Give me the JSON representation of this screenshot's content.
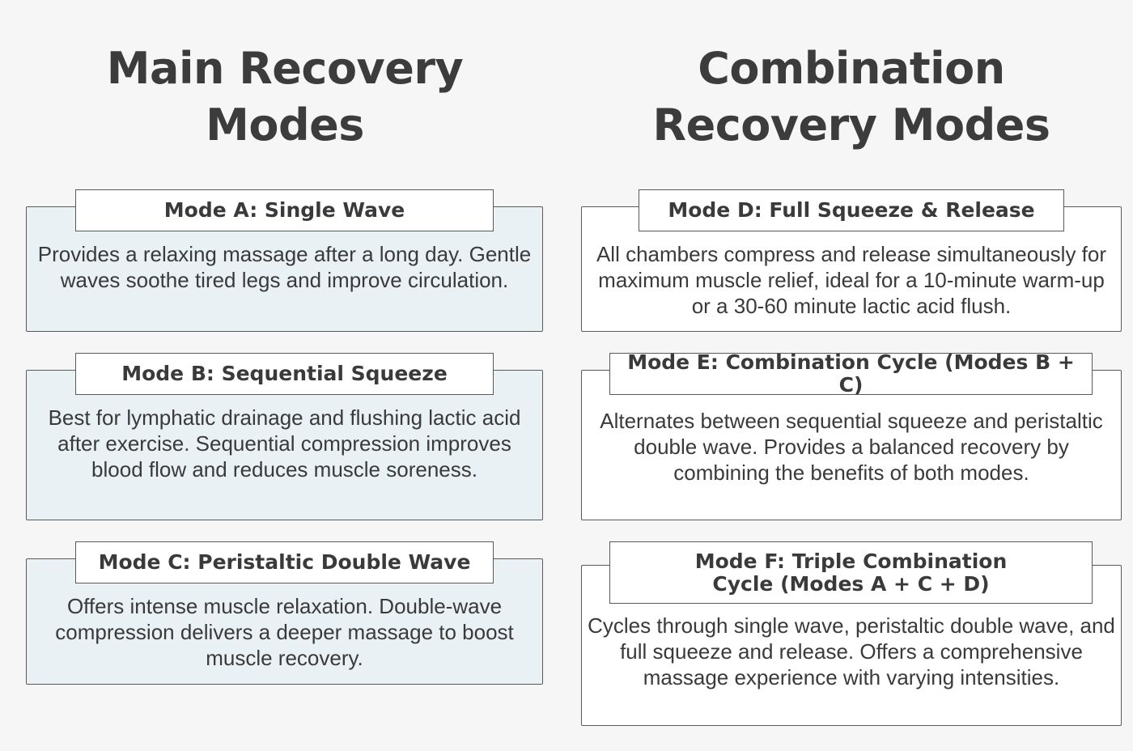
{
  "columns": {
    "main": {
      "title": "Main Recovery Modes",
      "modes": [
        {
          "label": "Mode A: Single Wave",
          "description": "Provides a relaxing massage after a long day. Gentle waves soothe tired legs and improve circulation."
        },
        {
          "label": "Mode B: Sequential Squeeze",
          "description": "Best for lymphatic drainage and flushing lactic acid after exercise. Sequential compression improves blood flow and reduces muscle soreness."
        },
        {
          "label": "Mode C: Peristaltic Double Wave",
          "description": "Offers intense muscle relaxation. Double-wave compression delivers a deeper massage to boost muscle recovery."
        }
      ]
    },
    "combo": {
      "title": "Combination Recovery Modes",
      "modes": [
        {
          "label": "Mode D: Full Squeeze & Release",
          "description": "All chambers compress and release simultaneously for maximum muscle relief, ideal for a 10-minute warm-up or a 30-60 minute lactic acid flush."
        },
        {
          "label": "Mode E: Combination Cycle (Modes B + C)",
          "description": "Alternates between sequential squeeze and peristaltic double wave. Provides a balanced recovery by combining the benefits of both modes."
        },
        {
          "label": "Mode F: Triple Combination\nCycle (Modes A + C + D)",
          "description": "Cycles through single wave, peristaltic double wave, and full squeeze and release. Offers a comprehensive massage experience with varying intensities."
        }
      ]
    }
  },
  "colors": {
    "main_card_fill": "#e9f1f4",
    "combo_card_fill": "#ffffff",
    "border": "#5a5a5a",
    "text": "#3a3a3a",
    "background": "#f6f6f6"
  }
}
